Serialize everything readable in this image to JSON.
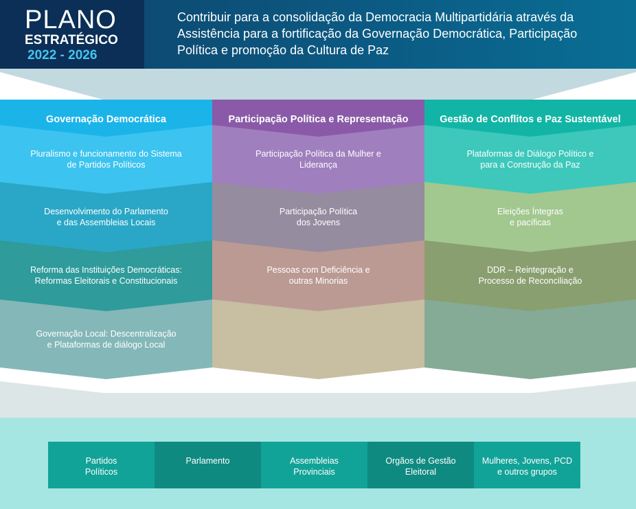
{
  "header": {
    "logo": {
      "line1": "PLANO",
      "line2": "ESTRATÉGICO",
      "line3": "2022 - 2026"
    },
    "lines": [
      "Contribuir para a consolidação da Democracia Multipartidária através da",
      "Assistência para a fortificação da Governação Democrática, Participação",
      "Política e promoção da Cultura de Paz"
    ]
  },
  "columns": [
    {
      "title": "Governação Democrática",
      "color": "#1bb4e9",
      "items": [
        {
          "lines": [
            "Pluralismo e funcionamento do Sistema",
            "de Partidos Políticos"
          ],
          "color": "#3cc3ef"
        },
        {
          "lines": [
            "Desenvolvimento do Parlamento",
            "e das Assembleias Locais"
          ],
          "color": "#2aa7c6"
        },
        {
          "lines": [
            "Reforma das Instituições Democráticas:",
            "Reformas Eleitorais e Constitucionais"
          ],
          "color": "#2f9b9b"
        },
        {
          "lines": [
            "Governação Local: Descentralização",
            "e Plataformas de diálogo Local"
          ],
          "color": "#84b7b8"
        }
      ]
    },
    {
      "title": "Participação Política e Representação",
      "color": "#8a5aa8",
      "items": [
        {
          "lines": [
            "Participação Política da Mulher e",
            "Liderança"
          ],
          "color": "#a07fbe"
        },
        {
          "lines": [
            "Participação Política",
            "dos Jovens"
          ],
          "color": "#958c9f"
        },
        {
          "lines": [
            "Pessoas com Deficiência e",
            "outras Minorias"
          ],
          "color": "#bb9a94"
        },
        {
          "lines": [],
          "color": "#c8bea2"
        }
      ]
    },
    {
      "title": "Gestão de Conflitos e Paz Sustentável",
      "color": "#12b5a5",
      "items": [
        {
          "lines": [
            "Plataformas de Diálogo Político e",
            "para a Construção da Paz"
          ],
          "color": "#3dc8bb"
        },
        {
          "lines": [
            "Eleições Íntegras",
            "e pacíficas"
          ],
          "color": "#a2c78f"
        },
        {
          "lines": [
            "DDR – Reintegração e",
            "Processo de Reconciliação"
          ],
          "color": "#8a9f70"
        },
        {
          "lines": [],
          "color": "#85ab96"
        }
      ]
    }
  ],
  "bottom": [
    {
      "lines": [
        "Partidos",
        "Políticos"
      ],
      "color": "#12a398"
    },
    {
      "lines": [
        "Parlamento"
      ],
      "color": "#0f8a81"
    },
    {
      "lines": [
        "Assembleias",
        "Provinciais"
      ],
      "color": "#12a398"
    },
    {
      "lines": [
        "Orgãos de Gestão",
        "Eleitoral"
      ],
      "color": "#0f8a81"
    },
    {
      "lines": [
        "Mulheres, Jovens, PCD",
        "e outros grupos"
      ],
      "color": "#12a398"
    }
  ],
  "colors": {
    "header_bg": "#0b5b84",
    "logo_bg": "#0b2f56",
    "logo_years": "#45c4f0",
    "funnel_top": "#c3d9e0",
    "funnel_bottom": "#dde6e6",
    "bottom_band": "#a6e6e2"
  }
}
